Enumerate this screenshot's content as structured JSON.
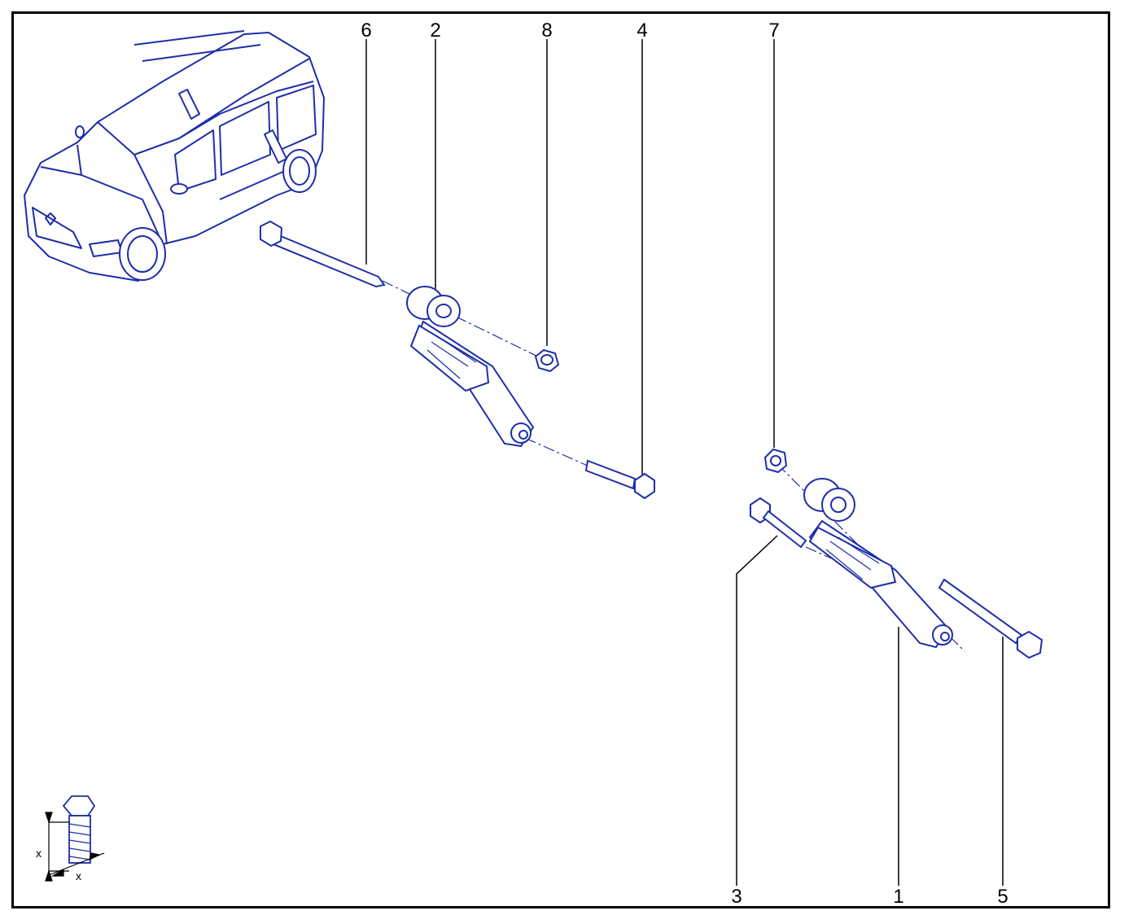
{
  "diagram": {
    "callouts": [
      "6",
      "2",
      "8",
      "4",
      "7",
      "3",
      "1",
      "5"
    ],
    "dimension_label": "x",
    "line_color": "#1e2ea8",
    "frame_color": "#000000"
  }
}
